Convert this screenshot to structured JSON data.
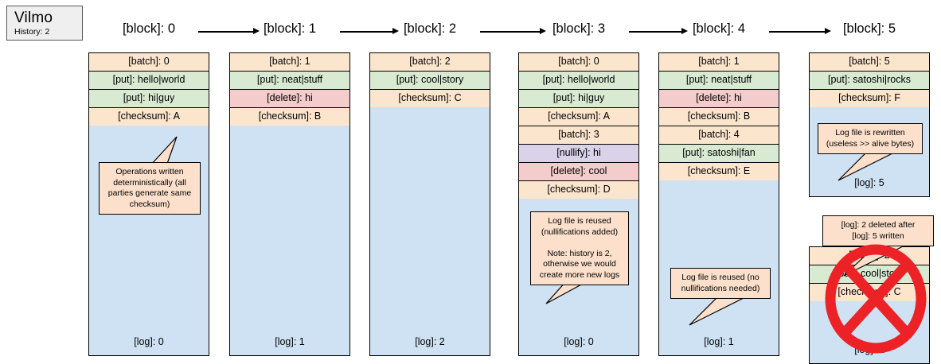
{
  "app": {
    "title": "Vilmo",
    "subtitle": "History: 2"
  },
  "chain": {
    "arrow_icon": "right-arrow-icon",
    "blocks": [
      {
        "header": "[block]: 0"
      },
      {
        "header": "[block]: 1"
      },
      {
        "header": "[block]: 2"
      },
      {
        "header": "[block]: 3"
      },
      {
        "header": "[block]: 4"
      },
      {
        "header": "[block]: 5"
      }
    ]
  },
  "columns": [
    {
      "name": "block-0",
      "rows": [
        {
          "kind": "batch",
          "text": "[batch]: 0"
        },
        {
          "kind": "put",
          "text": "[put]: hello|world"
        },
        {
          "kind": "put",
          "text": "[put]: hi|guy"
        },
        {
          "kind": "checksum",
          "text": "[checksum]: A"
        }
      ],
      "log_label": "[log]: 0",
      "callout": "Operations written deterministically (all parties generate same checksum)"
    },
    {
      "name": "block-1",
      "rows": [
        {
          "kind": "batch",
          "text": "[batch]: 1"
        },
        {
          "kind": "put",
          "text": "[put]: neat|stuff"
        },
        {
          "kind": "delete",
          "text": "[delete]: hi"
        },
        {
          "kind": "checksum",
          "text": "[checksum]: B"
        }
      ],
      "log_label": "[log]: 1",
      "callout": null
    },
    {
      "name": "block-2",
      "rows": [
        {
          "kind": "batch",
          "text": "[batch]: 2"
        },
        {
          "kind": "put",
          "text": "[put]: cool|story"
        },
        {
          "kind": "checksum",
          "text": "[checksum]: C"
        }
      ],
      "log_label": "[log]: 2",
      "callout": null
    },
    {
      "name": "block-3",
      "rows": [
        {
          "kind": "batch",
          "text": "[batch]: 0"
        },
        {
          "kind": "put",
          "text": "[put]: hello|world"
        },
        {
          "kind": "put",
          "text": "[put]: hi|guy"
        },
        {
          "kind": "checksum",
          "text": "[checksum]: A"
        },
        {
          "kind": "batch",
          "text": "[batch]: 3"
        },
        {
          "kind": "nullify",
          "text": "[nullify]: hi"
        },
        {
          "kind": "delete",
          "text": "[delete]: cool"
        },
        {
          "kind": "checksum",
          "text": "[checksum]: D"
        }
      ],
      "log_label": "[log]: 0",
      "callout": "Log file is reused\n(nullifications added)\n\nNote: history is 2,\notherwise we would\ncreate more new logs"
    },
    {
      "name": "block-4",
      "rows": [
        {
          "kind": "batch",
          "text": "[batch]: 1"
        },
        {
          "kind": "put",
          "text": "[put]: neat|stuff"
        },
        {
          "kind": "delete",
          "text": "[delete]: hi"
        },
        {
          "kind": "checksum",
          "text": "[checksum]: B"
        },
        {
          "kind": "batch",
          "text": "[batch]: 4"
        },
        {
          "kind": "put",
          "text": "[put]: satoshi|fan"
        },
        {
          "kind": "checksum",
          "text": "[checksum]: E"
        }
      ],
      "log_label": "[log]: 1",
      "callout": "Log file is reused (no\nnullifications needed)"
    },
    {
      "name": "block-5",
      "rows": [
        {
          "kind": "batch",
          "text": "[batch]: 5"
        },
        {
          "kind": "put",
          "text": "[put]: satoshi|rocks"
        },
        {
          "kind": "checksum",
          "text": "[checksum]: F"
        }
      ],
      "log_label": "[log]: 5",
      "callout": "Log file is rewritten\n(useless >> alive bytes)"
    }
  ],
  "deleted_block": {
    "callout": "[log]: 2 deleted after\n[log]: 5 written",
    "rows": [
      {
        "kind": "batch",
        "text": "[batch]: 2"
      },
      {
        "kind": "put",
        "text": "[put]: cool|story"
      },
      {
        "kind": "checksum",
        "text": "[checksum]: C"
      }
    ],
    "log_label": "[log]: 2",
    "overlay_icon": "no-entry-cross-icon",
    "overlay_color": "#ec2227"
  },
  "palette": {
    "batch": "#fce5cd",
    "put": "#d9ead3",
    "delete": "#f4cccc",
    "nullify": "#d9d2e9",
    "checksum": "#fce5cd",
    "log": "#cfe2f3",
    "callout": "#fce0cb",
    "card": "#efefef"
  }
}
